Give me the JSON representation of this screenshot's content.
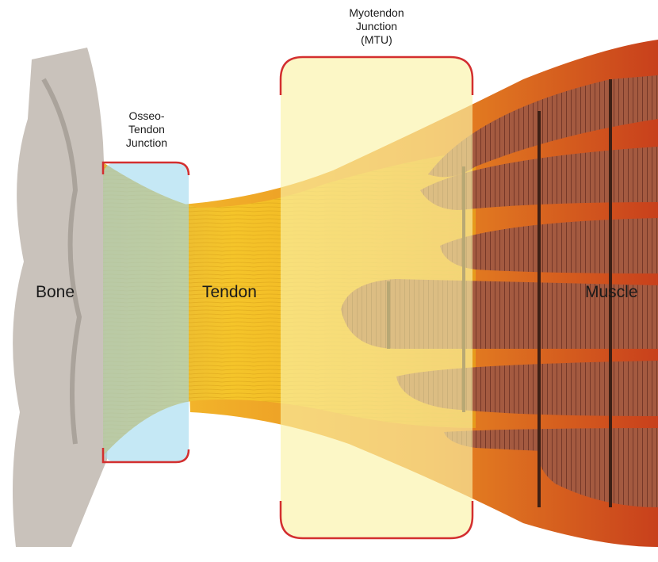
{
  "labels": {
    "bone": "Bone",
    "tendon": "Tendon",
    "muscle": "Muscle",
    "osseo_line1": "Osseo-",
    "osseo_line2": "Tendon",
    "osseo_line3": "Junction",
    "myo_line1": "Myotendon",
    "myo_line2": "Junction",
    "myo_line3": "(MTU)"
  },
  "colors": {
    "bracket": "#d32f2f",
    "osseo_zone": "#9fd8ee",
    "myo_zone": "#fbf3a8",
    "tendon": "#f3c22d",
    "muscle_fiber": "#8b4a36",
    "bone": "#a8a09a"
  }
}
